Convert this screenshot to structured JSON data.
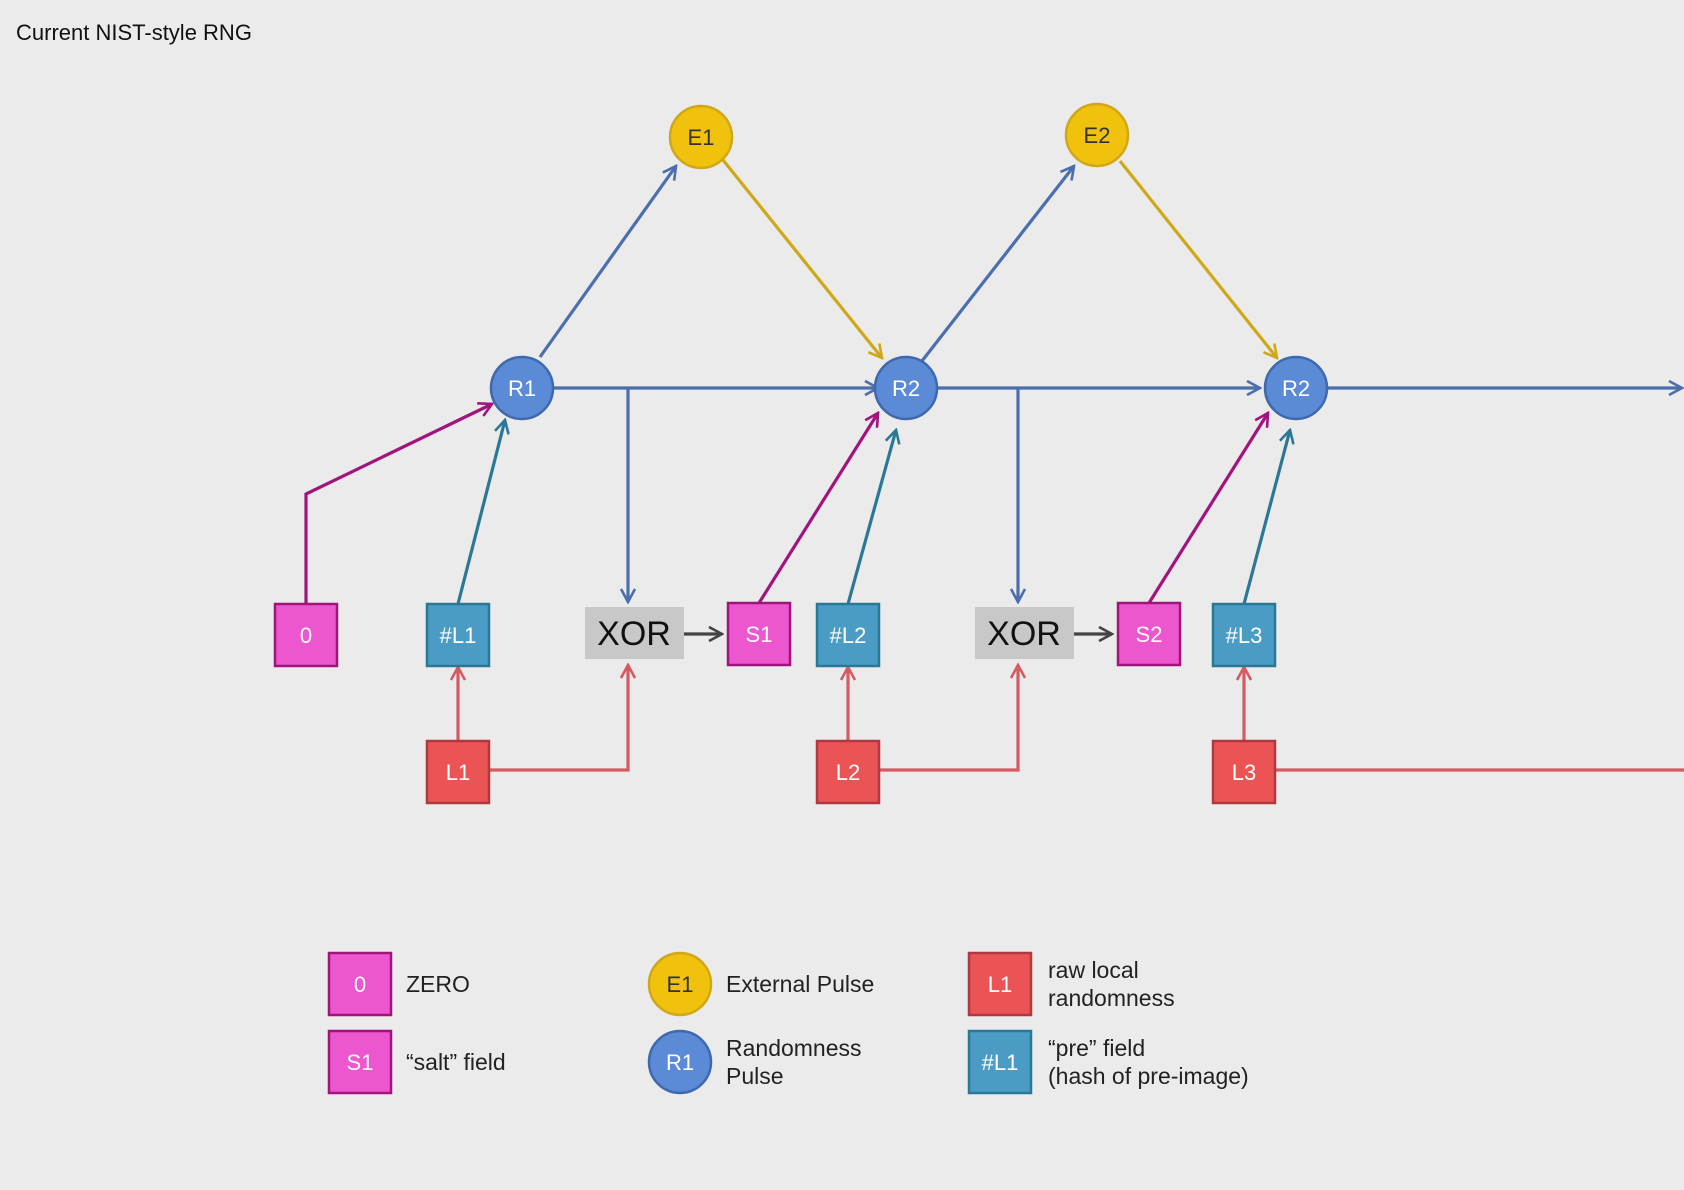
{
  "title": "Current NIST-style RNG",
  "nodes": {
    "zero": "0",
    "l1_hash": "#L1",
    "l2_hash": "#L2",
    "l3_hash": "#L3",
    "l1": "L1",
    "l2": "L2",
    "l3": "L3",
    "s1": "S1",
    "s2": "S2",
    "xor1": "XOR",
    "xor2": "XOR",
    "r1": "R1",
    "r2a": "R2",
    "r2b": "R2",
    "e1": "E1",
    "e2": "E2"
  },
  "legend": {
    "zero_symbol": "0",
    "zero_label": "ZERO",
    "salt_symbol": "S1",
    "salt_label": "“salt” field",
    "external_symbol": "E1",
    "external_label": "External Pulse",
    "pulse_symbol": "R1",
    "pulse_label_1": "Randomness",
    "pulse_label_2": "Pulse",
    "local_symbol": "L1",
    "local_label_1": "raw local",
    "local_label_2": "randomness",
    "pre_symbol": "#L1",
    "pre_label_1": "“pre” field",
    "pre_label_2": "(hash of pre-image)"
  },
  "colors": {
    "magenta_fill": "#ec56cf",
    "magenta_line": "#a0147c",
    "teal_fill": "#4a9cc4",
    "teal_line": "#2a7896",
    "red_fill": "#ea5454",
    "red_line": "#d55a62",
    "blue_fill": "#5b8ad6",
    "blue_line": "#4a6eae",
    "yellow_fill": "#f0c20e",
    "yellow_line": "#d0a718",
    "xor_fill": "#c8c8c8",
    "dark_line": "#444444",
    "background": "#ebebeb"
  }
}
